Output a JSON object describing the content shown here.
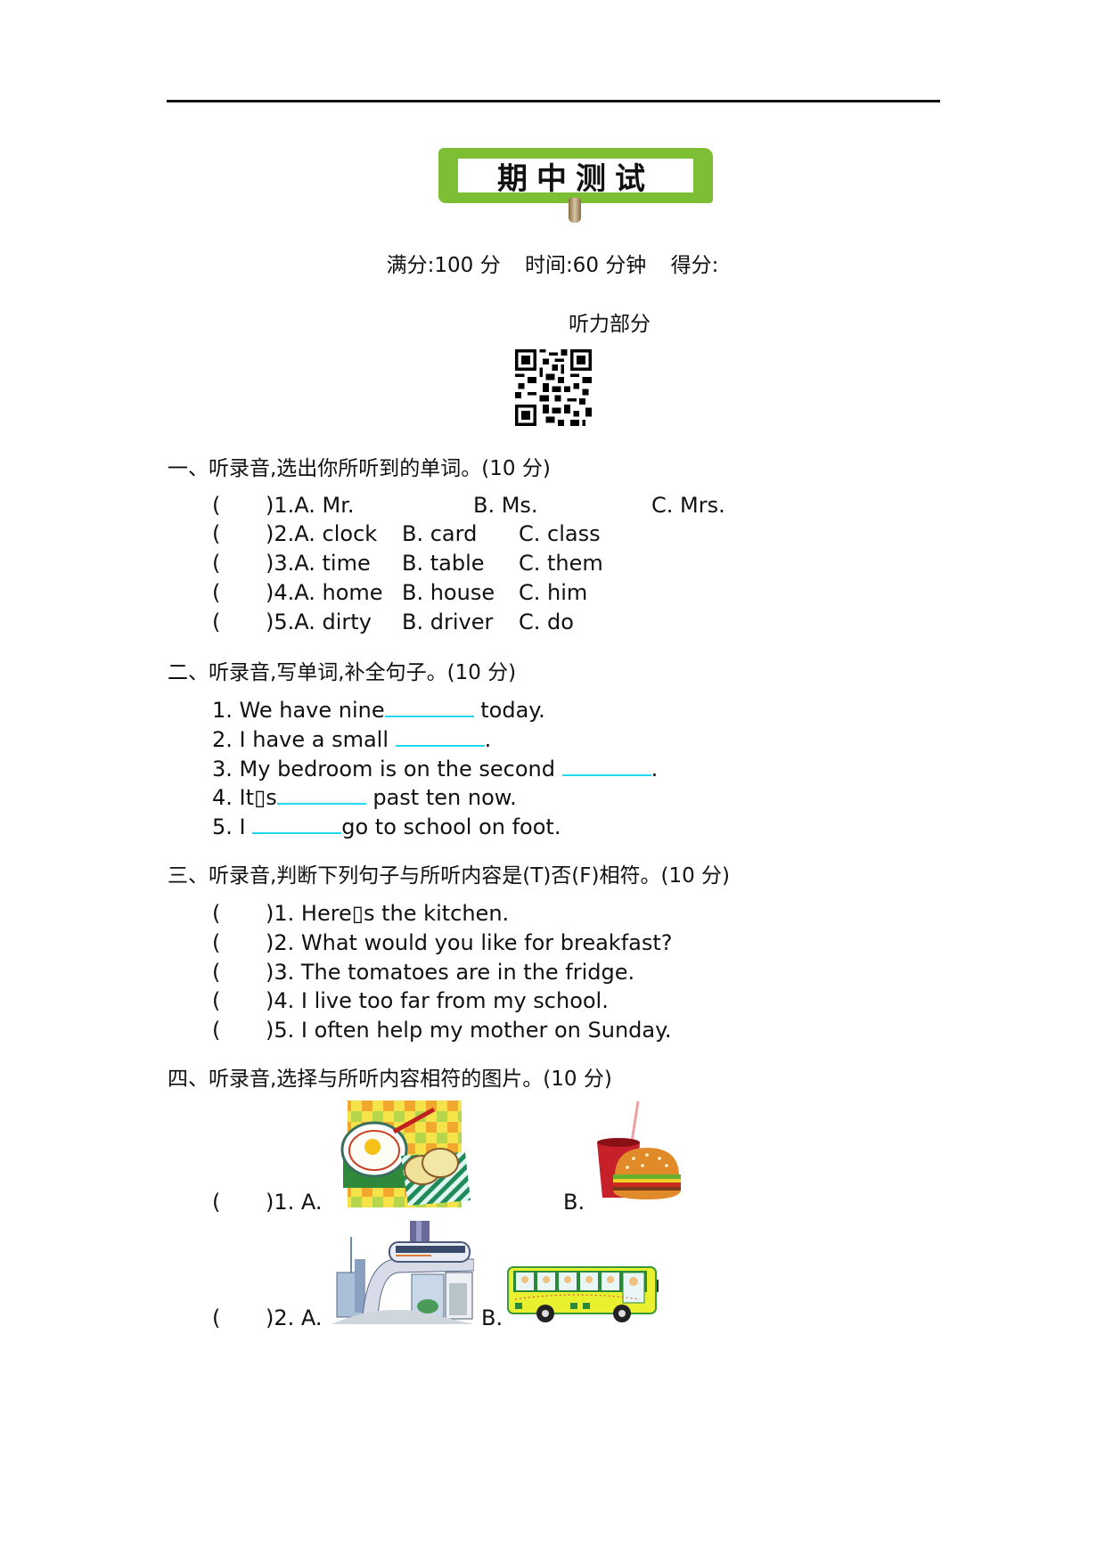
{
  "header": {
    "title": "期中测试",
    "score_line": {
      "full_marks": "满分:100 分",
      "time": "时间:60 分钟",
      "score": "得分:"
    },
    "part_title": "听力部分",
    "qr_icon": "qr-code-icon"
  },
  "colors": {
    "title_green": "#7cbf34",
    "blank_cyan": "#22d8f0",
    "text": "#111111"
  },
  "sections": [
    {
      "heading": "一、听录音,选出你所听到的单词。(10 分)",
      "items": [
        {
          "num": ")1.A. Mr.",
          "b": "B. Ms.",
          "c": "C. Mrs."
        },
        {
          "num": ")2.A. clock",
          "b": "B. card",
          "c": "C. class"
        },
        {
          "num": ")3.A. time",
          "b": "B. table",
          "c": "C. them"
        },
        {
          "num": ")4.A. home",
          "b": "B. house",
          "c": "C. him"
        },
        {
          "num": ")5.A. dirty",
          "b": "B. driver",
          "c": "C. do"
        }
      ]
    },
    {
      "heading": "二、听录音,写单词,补全句子。(10 分)",
      "items": [
        {
          "before": "1. We have nine",
          "after": " today."
        },
        {
          "before": "2. I have a small ",
          "after": "."
        },
        {
          "before": "3. My bedroom is on the second ",
          "after": "."
        },
        {
          "before": "4. It▯s",
          "after": " past ten now."
        },
        {
          "before": "5. I ",
          "after": "go to school on foot."
        }
      ]
    },
    {
      "heading": "三、听录音,判断下列句子与所听内容是(T)否(F)相符。(10 分)",
      "items": [
        ")1. Here▯s the kitchen.",
        ")2. What would you like for breakfast?",
        ")3. The tomatoes are in the fridge.",
        ")4. I live too far from my school.",
        ")5. I often help my mother on Sunday."
      ]
    },
    {
      "heading": "四、听录音,选择与所听内容相符的图片。(10 分)",
      "items": [
        {
          "num": ")1. A.",
          "a_image": "fried-egg-and-bread-breakfast",
          "b_label": "B.",
          "b_image": "hamburger-and-cola"
        },
        {
          "num": ")2. A.",
          "a_image": "light-rail-train-city",
          "b_label": "B.",
          "b_image": "yellow-school-bus"
        }
      ]
    }
  ],
  "paren_open": "("
}
